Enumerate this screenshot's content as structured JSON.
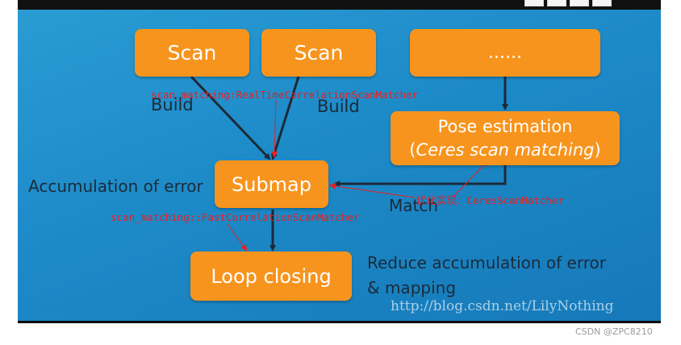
{
  "diagram": {
    "boxes": {
      "scan_1": "Scan",
      "scan_2": "Scan",
      "ellipsis": "......",
      "pose_line1": "Pose estimation",
      "pose_line2_open": "(",
      "pose_line2_italic": "Ceres scan matching",
      "pose_line2_close": ")",
      "submap": "Submap",
      "loop_closing": "Loop closing"
    },
    "labels": {
      "build_left": "Build",
      "build_right": "Build",
      "accumulation": "Accumulation of error",
      "match": "Match",
      "reduce_line1": "Reduce accumulation of error",
      "reduce_line2": "& mapping"
    },
    "annotations": {
      "realtime": "scan_matching:RealTimeCorrelationScanMatcher",
      "ceres": "优化实现：CeresScanMatcher",
      "fast": "scan_matching::FastCorrelationScanMatcher"
    },
    "watermark": "http://blog.csdn.net/LilyNothing",
    "footer_credit": "CSDN @ZPC8210"
  }
}
